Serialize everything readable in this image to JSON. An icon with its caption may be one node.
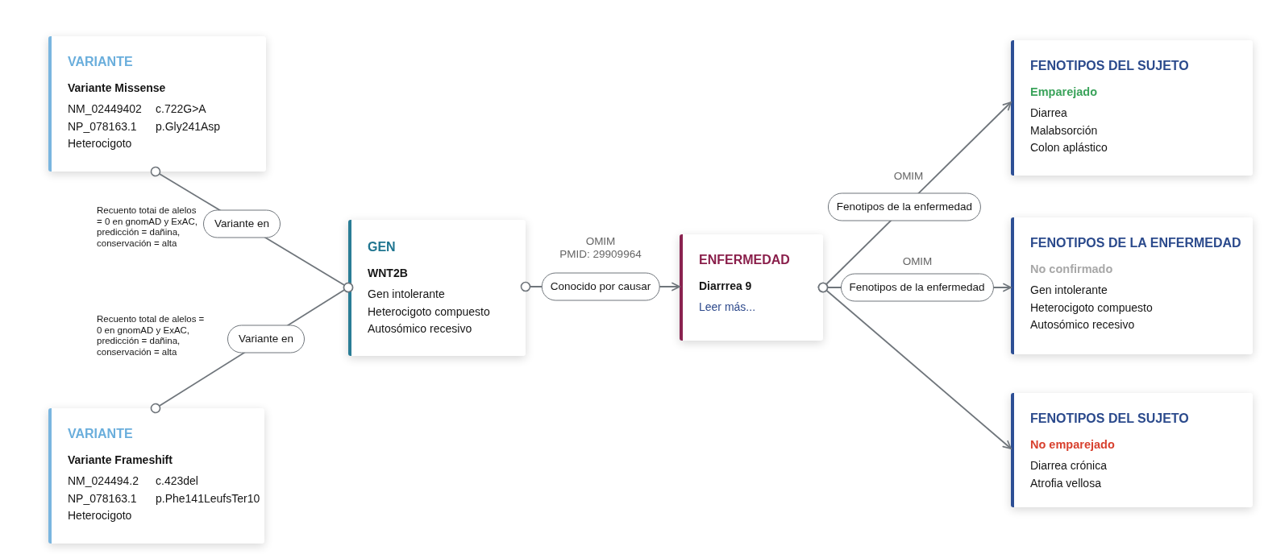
{
  "diagram": {
    "nodes": [
      {
        "text": [
          "VARIANTE",
          "Variante Missense",
          "NM_02449402",
          "c.722G>A",
          "NP_078163.1",
          "p.Gly241Asp",
          "Heterocigoto"
        ]
      },
      {
        "text": [
          "VARIANTE",
          "Variante Frameshift",
          "NM_024494.2",
          "c.423del",
          "NP_078163.1",
          "p.Phe141LeufsTer10",
          "Heterocigoto"
        ]
      },
      {
        "text": [
          "GEN",
          "WNT2B",
          "Gen intolerante",
          "Heterocigoto compuesto",
          "Autosómico recesivo"
        ]
      },
      {
        "text": [
          "ENFERMEDAD",
          "Diarrrea 9",
          "Leer más..."
        ]
      },
      {
        "text": [
          "FENOTIPOS DEL SUJETO",
          "Emparejado",
          "Diarrea",
          "Malabsorción",
          "Colon aplástico"
        ]
      },
      {
        "text": [
          "FENOTIPOS DE LA ENFERMEDAD",
          "No confirmado",
          "Gen intolerante",
          "Heterocigoto compuesto",
          "Autosómico recesivo"
        ]
      },
      {
        "text": [
          "FENOTIPOS DEL SUJETO",
          "No emparejado",
          "Diarrea crónica",
          "Atrofia vellosa"
        ]
      }
    ],
    "edges": [
      {
        "from": 0,
        "to": 2,
        "arrow": "other",
        "label": "Variante en"
      },
      {
        "from": 1,
        "to": 2,
        "arrow": "other",
        "label": "Variante en"
      },
      {
        "from": 2,
        "to": 3,
        "arrow": "to",
        "label": "Conocido por causar"
      },
      {
        "from": 3,
        "to": 4,
        "arrow": "to",
        "label": "Fenotipos de la enfermedad"
      },
      {
        "from": 3,
        "to": 5,
        "arrow": "to",
        "label": "Fenotipos de la enfermedad"
      },
      {
        "from": 3,
        "to": 6,
        "arrow": "to"
      }
    ],
    "labels": [
      "Recuento totai de alelos = 0 en gnomAD y ExAC, predicción = dañina, conservación = alta",
      "Recuento total de alelos = 0 en gnomAD y ExAC, predicción = dañina, conservación = alta",
      "OMIM",
      "PMID: 29909964",
      "OMIM",
      "OMIM"
    ]
  }
}
